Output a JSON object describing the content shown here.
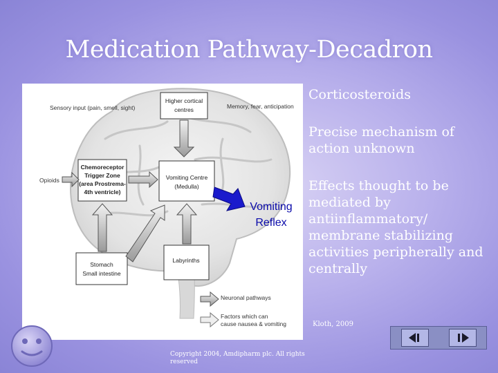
{
  "slide": {
    "title": "Medication Pathway-Decadron"
  },
  "diagram": {
    "sensory_input": "Sensory input (pain, smell, sight)",
    "higher_cortical_line1": "Higher cortical",
    "higher_cortical_line2": "centres",
    "memory": "Memory, fear, anticipation",
    "opioids": "Opioids",
    "ctz_line1": "Chemoreceptor",
    "ctz_line2": "Trigger Zone",
    "ctz_line3": "(area Prostrema-",
    "ctz_line4": "4th ventricle)",
    "vomiting_centre_line1": "Vomiting Centre",
    "vomiting_centre_line2": "(Medulla)",
    "vomiting_reflex_line1": "Vomiting",
    "vomiting_reflex_line2": "Reflex",
    "labyrinths": "Labyrinths",
    "stomach_line1": "Stomach",
    "stomach_line2": "Small intestine",
    "legend_neuronal": "Neuronal pathways",
    "legend_factors_line1": "Factors which can",
    "legend_factors_line2": "cause nausea & vomiting"
  },
  "bullets": [
    "Corticosteroids",
    "Precise mechanism of action unknown",
    "Effects thought to be mediated by antiinflammatory/ membrane stabilizing activities peripherally and centrally"
  ],
  "citation": "Kloth, 2009",
  "copyright": "Copyright 2004, Amdipharm plc. All rights reserved",
  "nav": {
    "prev_icon": "previous-slide-icon",
    "next_icon": "next-slide-icon"
  },
  "colors": {
    "background": "#b9b1ec",
    "reflex_arrow": "#1a1acc",
    "reflex_text": "#0a0aaa"
  }
}
